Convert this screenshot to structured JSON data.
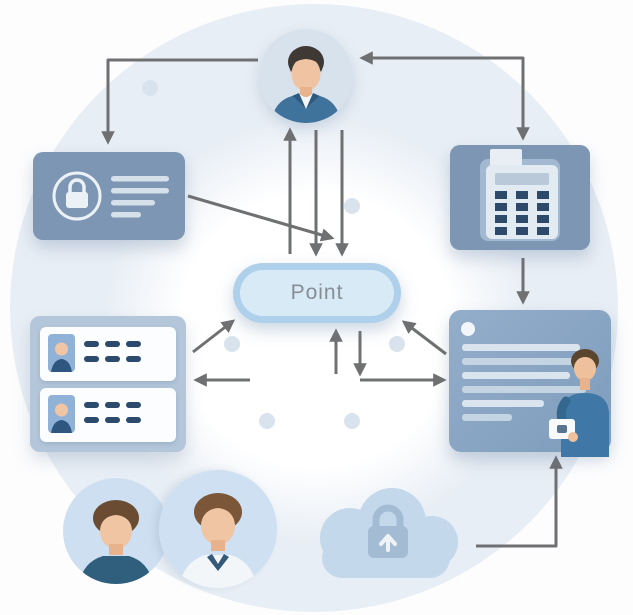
{
  "diagram": {
    "center_node": {
      "label": "Point"
    },
    "nodes": {
      "top_person": {
        "name": "user-avatar",
        "icon": "person-icon"
      },
      "lock_card": {
        "name": "credential-card",
        "icon": "lock-icon",
        "text_lines": 4
      },
      "calculator_card": {
        "name": "calculator-card",
        "icon": "calculator-icon"
      },
      "id_cards_panel": {
        "name": "id-cards-panel",
        "icon": "id-card-icon",
        "card_count": 2
      },
      "document_panel": {
        "name": "document-panel",
        "icon": "document-lines-icon"
      },
      "user_pair": {
        "name": "two-user-avatars",
        "icon": "person-icon"
      },
      "cloud_lock": {
        "name": "cloud-storage",
        "icon": "cloud-lock-icon"
      }
    },
    "edges": [
      {
        "from": "user-avatar",
        "to": "credential-card"
      },
      {
        "from": "calculator-card",
        "to": "user-avatar",
        "bidirectional": true
      },
      {
        "from": "user-avatar",
        "to": "point",
        "bidirectional": true
      },
      {
        "from": "credential-card",
        "to": "point"
      },
      {
        "from": "calculator-card",
        "to": "document-panel"
      },
      {
        "from": "point",
        "to": "id-cards-panel",
        "bidirectional": true
      },
      {
        "from": "point",
        "to": "document-panel",
        "bidirectional": true
      },
      {
        "from": "cloud-storage",
        "to": "document-panel"
      }
    ],
    "colors": {
      "background_circle": "#e8eef5",
      "background_dot": "#d9e3ee",
      "card_blue": "#7d96b4",
      "panel_light_blue": "#b4c6da",
      "panel_medium_blue": "#8ca7c4",
      "pill_ring": "#aed0ea",
      "pill_fill": "#d9eaf7",
      "pill_text": "#878d95",
      "arrow": "#6f7071",
      "cloud": "#c4d8ec",
      "cloud_lock": "#a4bbd4",
      "dash_navy": "#2c4a6c"
    }
  }
}
